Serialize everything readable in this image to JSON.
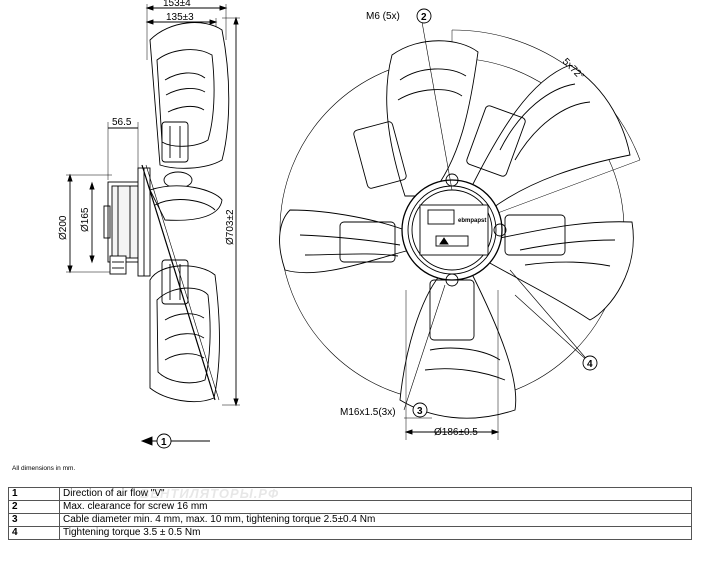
{
  "dimensions": {
    "width_153": "153±4",
    "width_135": "135±3",
    "depth_56": "56.5",
    "dia_200": "Ø200",
    "dia_165": "Ø165",
    "dia_703": "Ø703±2",
    "screw_m6": "M6 (5x)",
    "angle": "5x72°",
    "screw_m16": "M16x1.5(3x)",
    "dia_186": "Ø186±0.5"
  },
  "callouts": {
    "c1": "1",
    "c2": "2",
    "c3": "3",
    "c4": "4"
  },
  "logo_text": "ebmpapst",
  "note": "All dimensions in mm.",
  "legend": [
    {
      "num": "1",
      "text": "Direction of air flow \"V\""
    },
    {
      "num": "2",
      "text": "Max. clearance for screw 16 mm"
    },
    {
      "num": "3",
      "text": "Cable diameter min. 4 mm, max. 10 mm, tightening torque 2.5±0.4 Nm"
    },
    {
      "num": "4",
      "text": "Tightening torque 3.5 ± 0.5 Nm"
    }
  ],
  "watermark": "ВЕНТИЛЯТОРЫ.РФ"
}
